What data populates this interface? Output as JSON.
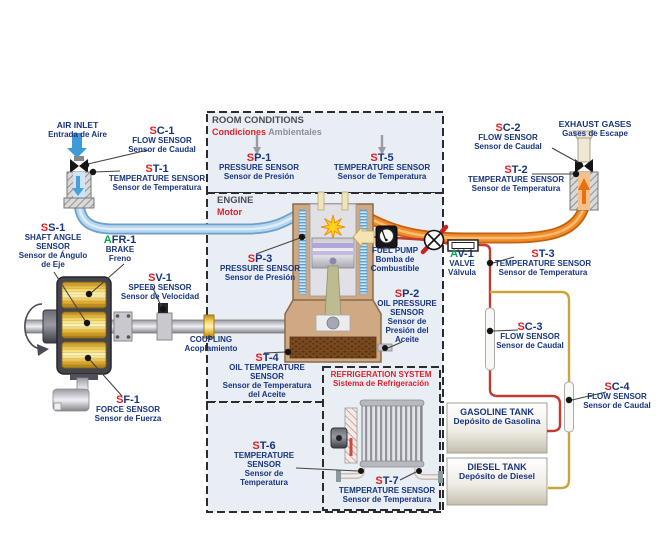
{
  "boxes": {
    "room": {
      "title": "ROOM CONDITIONS",
      "subtitle_word1": "Condiciones",
      "subtitle_word2": "Ambientales"
    },
    "engine": {
      "title": "ENGINE",
      "subtitle": "Motor"
    },
    "refrigeration": {
      "title": "REFRIGERATION SYSTEM",
      "subtitle": "Sistema de Refrigeración"
    }
  },
  "labels": {
    "air_inlet": {
      "en": "AIR INLET",
      "es": "Entrada de Aire"
    },
    "sc1": {
      "code_prefix": "S",
      "code_suffix": "C-1",
      "en": "FLOW SENSOR",
      "es": "Sensor de Caudal"
    },
    "st1": {
      "code_prefix": "S",
      "code_suffix": "T-1",
      "en": "TEMPERATURE SENSOR",
      "es": "Sensor de Temperatura"
    },
    "sp1": {
      "code_prefix": "S",
      "code_suffix": "P-1",
      "en": "PRESSURE SENSOR",
      "es": "Sensor de Presión"
    },
    "st5": {
      "code_prefix": "S",
      "code_suffix": "T-5",
      "en": "TEMPERATURE SENSOR",
      "es": "Sensor de Temperatura"
    },
    "sc2": {
      "code_prefix": "S",
      "code_suffix": "C-2",
      "en": "FLOW SENSOR",
      "es": "Sensor de Caudal"
    },
    "exhaust_gases": {
      "en": "EXHAUST GASES",
      "es": "Gases de Escape"
    },
    "st2": {
      "code_prefix": "S",
      "code_suffix": "T-2",
      "en": "TEMPERATURE SENSOR",
      "es": "Sensor de Temperatura"
    },
    "ss1": {
      "code_prefix": "S",
      "code_suffix": "S-1",
      "en1": "SHAFT ANGLE",
      "en2": "SENSOR",
      "es1": "Sensor de Ángulo",
      "es2": "de Eje"
    },
    "afr1": {
      "code_prefix": "A",
      "code_suffix": "FR-1",
      "en": "BRAKE",
      "es": "Freno"
    },
    "sv1": {
      "code_prefix": "S",
      "code_suffix": "V-1",
      "en": "SPEED SENSOR",
      "es": "Sensor de Velocidad"
    },
    "sp3": {
      "code_prefix": "S",
      "code_suffix": "P-3",
      "en": "PRESSURE SENSOR",
      "es": "Sensor de Presión"
    },
    "fuel_pump": {
      "en": "FUEL PUMP",
      "es1": "Bomba de",
      "es2": "Combustible"
    },
    "av1": {
      "code_prefix": "A",
      "code_suffix": "V-1",
      "en": "VALVE",
      "es": "Válvula"
    },
    "sp2": {
      "code_prefix": "S",
      "code_suffix": "P-2",
      "en1": "OIL PRESSURE",
      "en2": "SENSOR",
      "es1": "Sensor de",
      "es2": "Presión del",
      "es3": "Aceite"
    },
    "st3": {
      "code_prefix": "S",
      "code_suffix": "T-3",
      "en": "TEMPERATURE SENSOR",
      "es": "Sensor de Temperatura"
    },
    "coupling": {
      "en": "COUPLING",
      "es": "Acoplamiento"
    },
    "st4": {
      "code_prefix": "S",
      "code_suffix": "T-4",
      "en1": "OIL TEMPERATURE",
      "en2": "SENSOR",
      "es1": "Sensor de Temperatura",
      "es2": "del Aceite"
    },
    "sf1": {
      "code_prefix": "S",
      "code_suffix": "F-1",
      "en": "FORCE SENSOR",
      "es": "Sensor de Fuerza"
    },
    "sc3": {
      "code_prefix": "S",
      "code_suffix": "C-3",
      "en": "FLOW SENSOR",
      "es": "Sensor de Caudal"
    },
    "sc4": {
      "code_prefix": "S",
      "code_suffix": "C-4",
      "en": "FLOW SENSOR",
      "es": "Sensor de Caudal"
    },
    "st6": {
      "code_prefix": "S",
      "code_suffix": "T-6",
      "en1": "TEMPERATURE",
      "en2": "SENSOR",
      "es1": "Sensor de",
      "es2": "Temperatura"
    },
    "st7": {
      "code_prefix": "S",
      "code_suffix": "T-7",
      "en": "TEMPERATURE SENSOR",
      "es": "Sensor de Temperatura"
    }
  },
  "tanks": {
    "gasoline": {
      "en": "GASOLINE TANK",
      "es": "Depósito de Gasolina"
    },
    "diesel": {
      "en": "DIESEL TANK",
      "es": "Depósito de Diesel"
    }
  },
  "colors": {
    "label_navy": "#17357f",
    "sensor_red": "#e31e24",
    "actuator_green": "#00a650",
    "title_gray": "#4c4c54",
    "subtitle_gray": "#8e8e96",
    "box_bg": "#e9eef5",
    "box_border": "#2c2c30",
    "pipe_air": "#abd0ec",
    "pipe_exhaust": "#f0841e",
    "line_gasoline": "#c23b33",
    "line_diesel": "#c9a43f",
    "coolant_pink": "#e8b0aa",
    "brake_gold": "#f2cf4e"
  }
}
